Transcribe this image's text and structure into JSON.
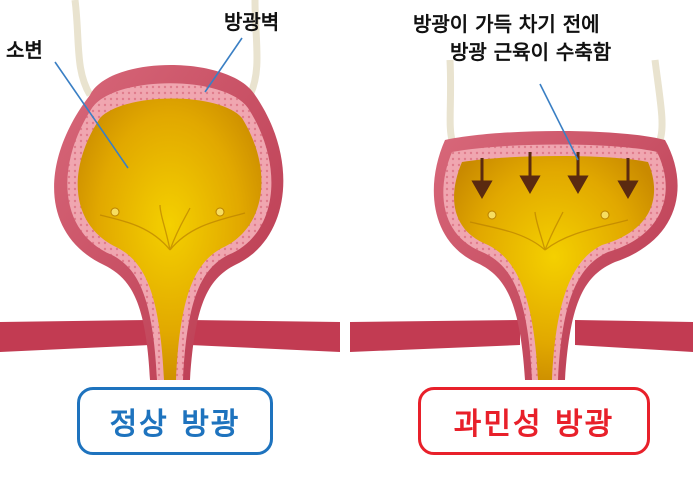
{
  "labels": {
    "urine": "소변",
    "bladder_wall": "방광벽",
    "annotation_line1": "방광이 가득 차기 전에",
    "annotation_line2": "방광 근육이 수축함"
  },
  "captions": {
    "normal": "정상 방광",
    "overactive": "과민성 방광"
  },
  "colors": {
    "normal_caption": "#1e73be",
    "overactive_caption": "#e8202a",
    "wall_outer": "#c94a5e",
    "wall_inner": "#e88a98",
    "urine": "#e3b000",
    "pointer_line": "#3a7fc4",
    "arrow": "#5a2a10"
  },
  "icons": {
    "contraction_arrow": "arrow-down-icon"
  }
}
